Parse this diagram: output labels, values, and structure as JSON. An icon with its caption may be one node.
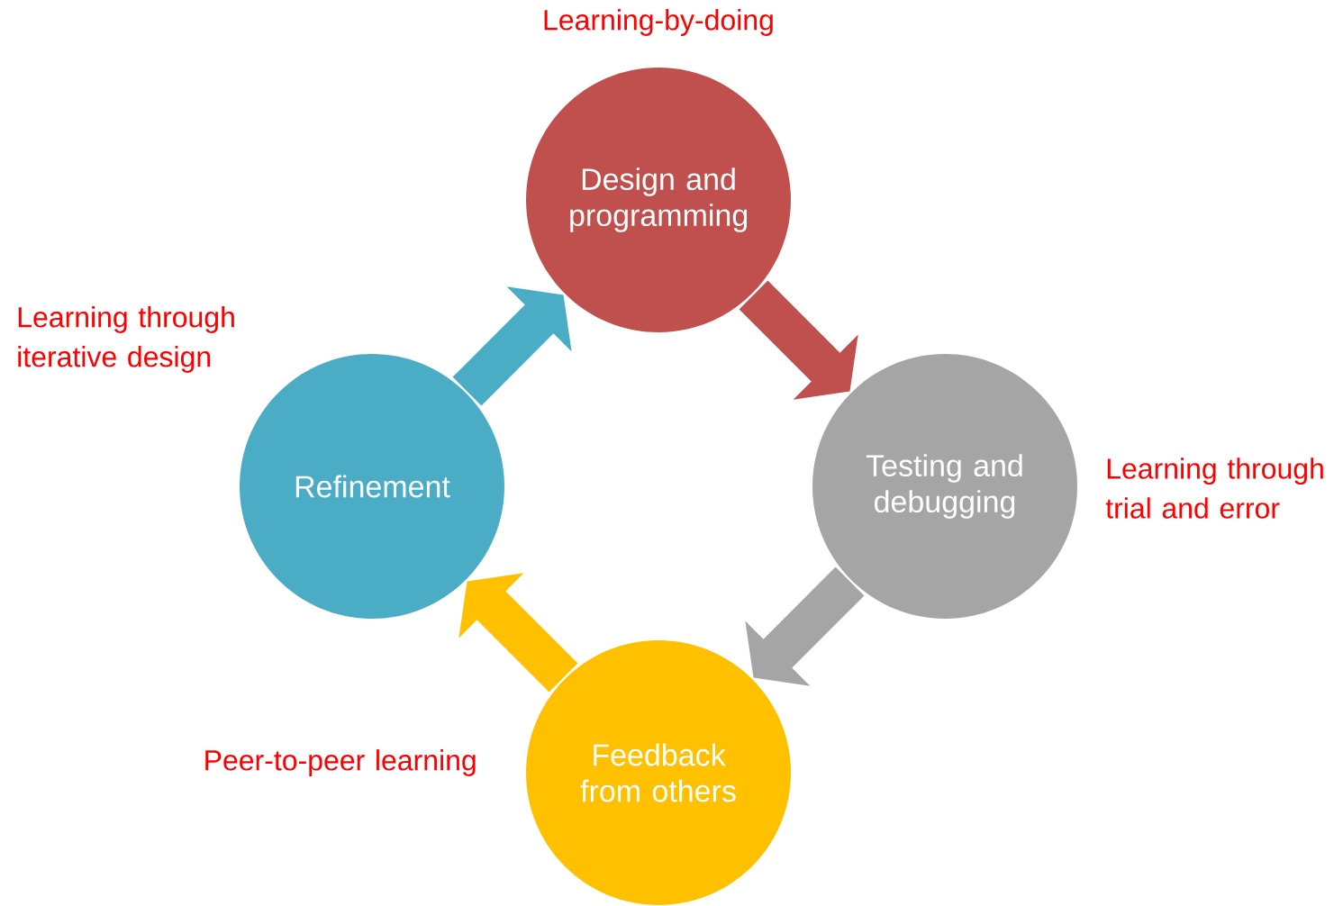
{
  "diagram": {
    "nodes": [
      {
        "text": [
          "Design and programming"
        ],
        "beside": [
          "Learning-by-doing"
        ]
      },
      {
        "text": [
          "Testing and debugging"
        ],
        "beside": [
          "Learning through trial and error"
        ]
      },
      {
        "text": [
          "Feedback from others"
        ],
        "beside": [
          "Peer-to-peer learning"
        ]
      },
      {
        "text": [
          "Refinement"
        ],
        "beside": [
          "Learning through iterative design"
        ]
      }
    ],
    "edges": [
      {
        "from": 0,
        "to": 1,
        "arrow": "to",
        "color": "#c0504d"
      },
      {
        "from": 1,
        "to": 2,
        "arrow": "to",
        "color": "#a5a5a5"
      },
      {
        "from": 2,
        "to": 3,
        "arrow": "to",
        "color": "#ffc000"
      },
      {
        "from": 3,
        "to": 0,
        "arrow": "to",
        "color": "#4bacc6"
      }
    ]
  }
}
